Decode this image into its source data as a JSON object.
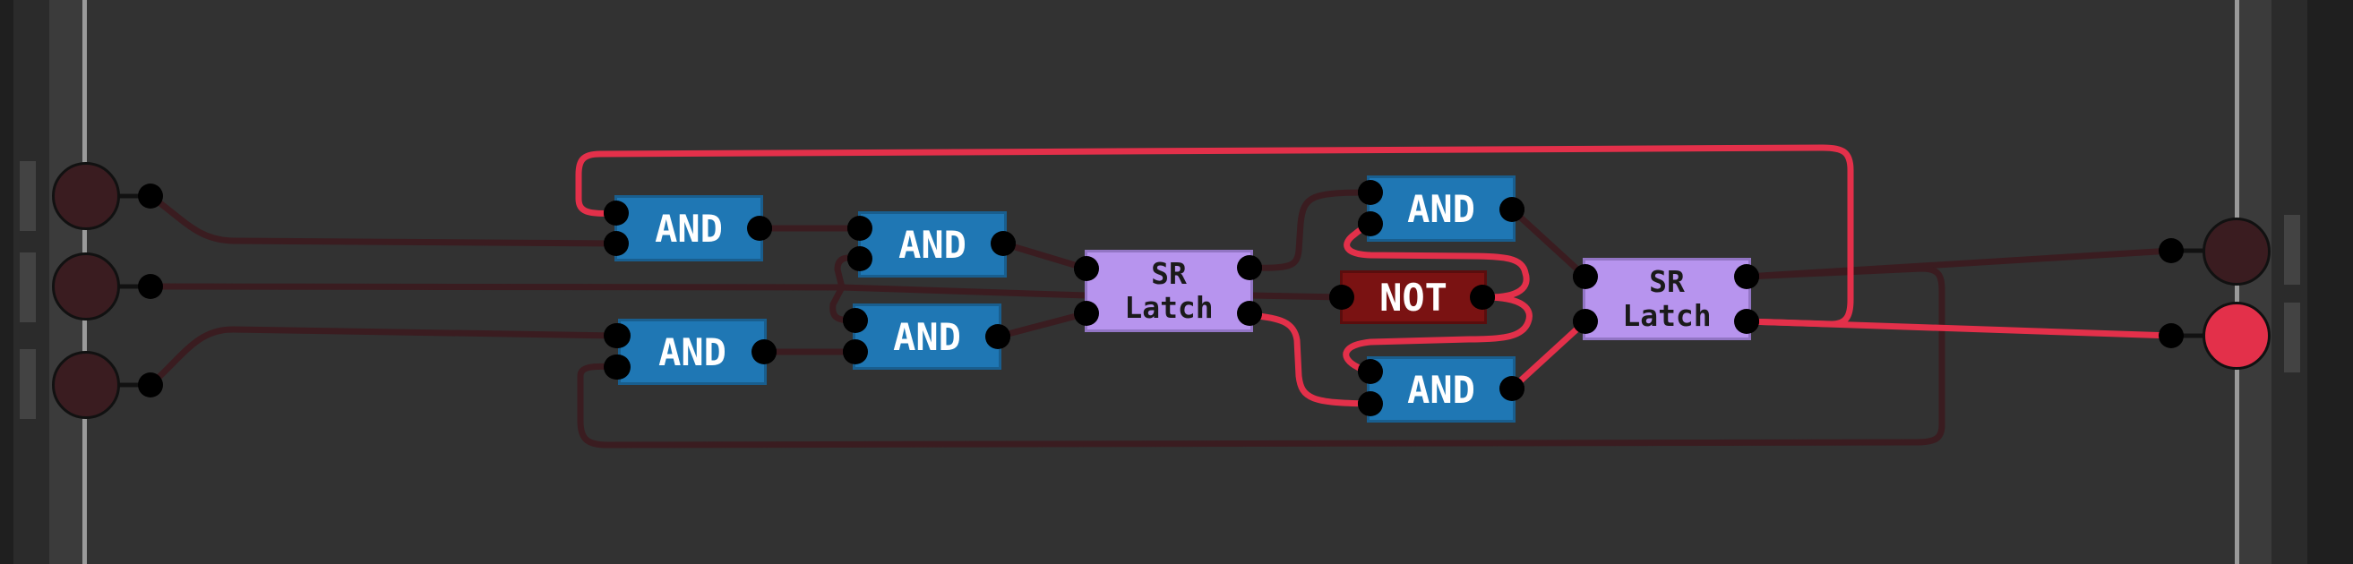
{
  "colors": {
    "background": "#323232",
    "wire_on": "#e3304a",
    "wire_off": "#3a1c20",
    "pin_off": "#3a1c20",
    "pin_on": "#e3304a",
    "and_chip": "#1f77b4",
    "not_chip": "#7a1212",
    "latch_chip": "#b794ee"
  },
  "inputs": [
    {
      "name": "input-pin-1",
      "state": "off"
    },
    {
      "name": "input-pin-2",
      "state": "off"
    },
    {
      "name": "input-pin-3",
      "state": "off"
    }
  ],
  "outputs": [
    {
      "name": "output-pin-1",
      "state": "off"
    },
    {
      "name": "output-pin-2",
      "state": "on"
    }
  ],
  "chips": {
    "and1": "AND",
    "and2": "AND",
    "and3": "AND",
    "and4": "AND",
    "and5": "AND",
    "and6": "AND",
    "not1": "NOT",
    "latch1": "SR\nLatch",
    "latch2": "SR\nLatch"
  }
}
